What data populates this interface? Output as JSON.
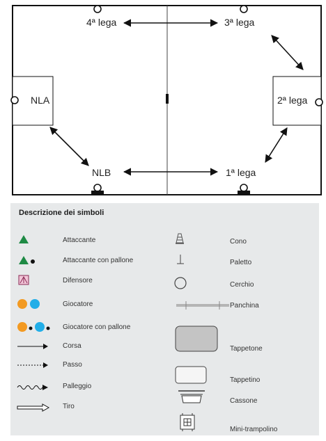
{
  "field": {
    "leagues": {
      "top_left": "4ª lega",
      "top_right": "3ª lega",
      "left": "NLA",
      "right": "2ª lega",
      "bottom_left": "NLB",
      "bottom_right": "1ª lega"
    }
  },
  "legend": {
    "title": "Descrizione dei simboli",
    "left_items": [
      {
        "label": "Attaccante",
        "icon": "attacker-triangle-icon"
      },
      {
        "label": "Attaccante con pallone",
        "icon": "attacker-with-ball-icon"
      },
      {
        "label": "Difensore",
        "icon": "defender-icon"
      },
      {
        "label": "Giocatore",
        "icon": "player-icon"
      },
      {
        "label": "Giocatore con pallone",
        "icon": "player-with-ball-icon"
      },
      {
        "label": "Corsa",
        "icon": "run-arrow-icon"
      },
      {
        "label": "Passo",
        "icon": "pass-arrow-icon"
      },
      {
        "label": "Palleggio",
        "icon": "dribble-arrow-icon"
      },
      {
        "label": "Tiro",
        "icon": "shot-arrow-icon"
      }
    ],
    "right_items": [
      {
        "label": "Cono",
        "icon": "cone-icon"
      },
      {
        "label": "Paletto",
        "icon": "pole-icon"
      },
      {
        "label": "Cerchio",
        "icon": "hoop-icon"
      },
      {
        "label": "Panchina",
        "icon": "bench-icon"
      },
      {
        "label": "Tappetone",
        "icon": "big-mat-icon"
      },
      {
        "label": "Tappetino",
        "icon": "small-mat-icon"
      },
      {
        "label": "Cassone",
        "icon": "vaulting-box-icon"
      },
      {
        "label": "Mini-trampolino",
        "icon": "mini-trampoline-icon"
      }
    ]
  },
  "colors": {
    "attacker": "#1e8a44",
    "defender_fill": "#f2c6d8",
    "defender_stroke": "#8a2a55",
    "player_orange": "#f39a22",
    "player_blue": "#22aee8",
    "mat_gray": "#c4c4c4",
    "legend_bg": "#e7e9ea"
  }
}
